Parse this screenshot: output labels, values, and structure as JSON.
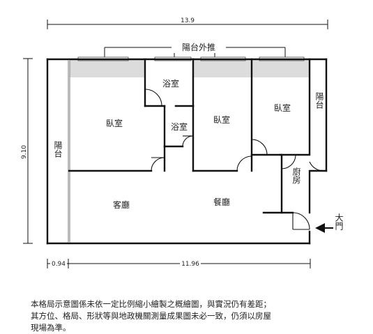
{
  "dimensions": {
    "overall_width": "13.9",
    "depth": "9.10",
    "left_balcony_width": "0.94",
    "main_width": "11.96"
  },
  "labels": {
    "balcony_push_out": "陽台外推",
    "bathroom_top": "浴室",
    "bathroom_mid": "浴室",
    "bedroom_left": "臥室",
    "bedroom_center": "臥室",
    "bedroom_right": "臥室",
    "balcony_left": "陽台",
    "balcony_right": "陽台",
    "living_room": "客廳",
    "dining_room": "餐廳",
    "kitchen": "廚房",
    "main_door": "大門"
  },
  "disclaimer": {
    "line1": "本格局示意圖係未依一定比例縮小繪製之概繪圖，與實況仍有差距；",
    "line2": "其方位、格局、形狀等與地政機關測量成果圖未必一致，仍須以房屋",
    "line3": "現場為準。"
  }
}
